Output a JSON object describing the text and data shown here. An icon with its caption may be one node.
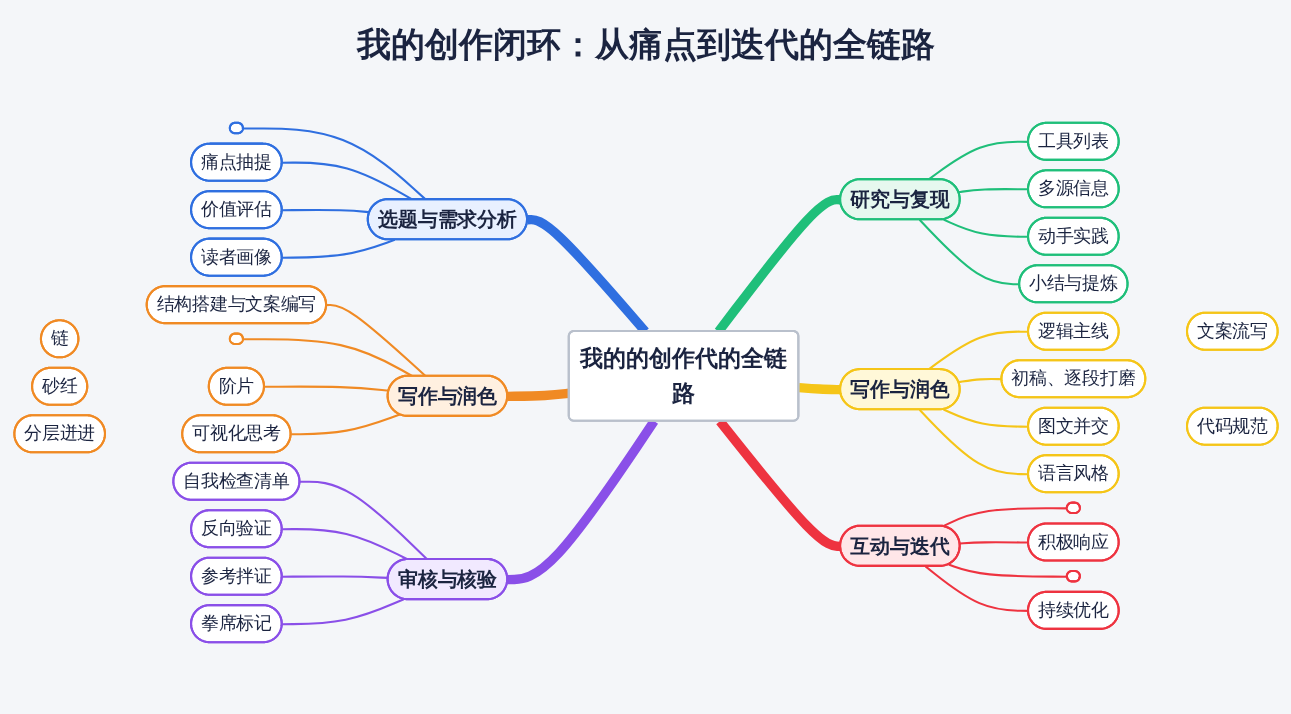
{
  "diagram": {
    "title": "我的创作闭环：从痛点到迭代的全链路",
    "nodes": [
      {
        "text": [
          "我的的创作代的全链路"
        ]
      },
      {
        "text": [
          "选题与需求分析"
        ]
      },
      {
        "text": [],
        "shape": "box"
      },
      {
        "text": [
          "痛点抽提"
        ]
      },
      {
        "text": [
          "价值评估"
        ]
      },
      {
        "text": [
          "读者画像"
        ]
      },
      {
        "text": [
          "研究与复现"
        ]
      },
      {
        "text": [
          "工具列表"
        ]
      },
      {
        "text": [
          "多源信息"
        ]
      },
      {
        "text": [
          "动手实践"
        ]
      },
      {
        "text": [
          "小结与提炼"
        ]
      },
      {
        "text": [
          "写作与润色"
        ]
      },
      {
        "text": [
          "结构搭建与文案编写"
        ]
      },
      {
        "text": [
          "链"
        ]
      },
      {
        "text": [],
        "shape": "box"
      },
      {
        "text": [
          "砂纴"
        ]
      },
      {
        "text": [
          "阶片"
        ]
      },
      {
        "text": [
          "分层迸进"
        ]
      },
      {
        "text": [
          "可视化思考"
        ]
      },
      {
        "text": [
          "写作与润色"
        ]
      },
      {
        "text": [
          "逻辑主线"
        ]
      },
      {
        "text": [
          "文案流写"
        ]
      },
      {
        "text": [
          "初稿、逐段打磨"
        ]
      },
      {
        "text": [
          "图文并交"
        ]
      },
      {
        "text": [
          "代码规范"
        ]
      },
      {
        "text": [
          "语言风格"
        ]
      },
      {
        "text": [
          "审核与核验"
        ]
      },
      {
        "text": [
          "自我检查清单"
        ]
      },
      {
        "text": [
          "反向验证"
        ]
      },
      {
        "text": [
          "参考拌证"
        ]
      },
      {
        "text": [
          "拳席标记"
        ]
      },
      {
        "text": [
          "互动与迭代"
        ]
      },
      {
        "text": [],
        "shape": "box"
      },
      {
        "text": [
          "积极响应"
        ]
      },
      {
        "text": [],
        "shape": "box"
      },
      {
        "text": [
          "持续优化"
        ]
      }
    ],
    "edges": [
      {
        "from": 2,
        "to": 1,
        "arrow": "none",
        "color": "#2f6fe0"
      },
      {
        "from": 3,
        "to": 1,
        "arrow": "none",
        "color": "#2f6fe0"
      },
      {
        "from": 4,
        "to": 1,
        "arrow": "none",
        "color": "#2f6fe0"
      },
      {
        "from": 5,
        "to": 1,
        "arrow": "none",
        "color": "#2f6fe0"
      },
      {
        "from": 1,
        "to": 0,
        "arrow": "none",
        "style": "thick",
        "color": "#2f6fe0"
      },
      {
        "from": 0,
        "to": 6,
        "arrow": "none",
        "style": "thick",
        "color": "#1fbf7a"
      },
      {
        "from": 6,
        "to": 7,
        "arrow": "none",
        "color": "#1fbf7a"
      },
      {
        "from": 6,
        "to": 8,
        "arrow": "none",
        "color": "#1fbf7a"
      },
      {
        "from": 6,
        "to": 9,
        "arrow": "none",
        "color": "#1fbf7a"
      },
      {
        "from": 6,
        "to": 10,
        "arrow": "none",
        "color": "#1fbf7a"
      },
      {
        "from": 12,
        "to": 11,
        "arrow": "none",
        "color": "#f08a24"
      },
      {
        "from": 14,
        "to": 11,
        "arrow": "none",
        "color": "#f08a24"
      },
      {
        "from": 16,
        "to": 11,
        "arrow": "none",
        "color": "#f08a24"
      },
      {
        "from": 18,
        "to": 11,
        "arrow": "none",
        "color": "#f08a24"
      },
      {
        "from": 11,
        "to": 0,
        "arrow": "none",
        "style": "thick",
        "color": "#f08a24"
      },
      {
        "from": 0,
        "to": 19,
        "arrow": "none",
        "style": "thick",
        "color": "#f5c518"
      },
      {
        "from": 19,
        "to": 20,
        "arrow": "none",
        "color": "#f5c518"
      },
      {
        "from": 19,
        "to": 22,
        "arrow": "none",
        "color": "#f5c518"
      },
      {
        "from": 19,
        "to": 23,
        "arrow": "none",
        "color": "#f5c518"
      },
      {
        "from": 19,
        "to": 25,
        "arrow": "none",
        "color": "#f5c518"
      },
      {
        "from": 27,
        "to": 26,
        "arrow": "none",
        "color": "#8a4fe8"
      },
      {
        "from": 28,
        "to": 26,
        "arrow": "none",
        "color": "#8a4fe8"
      },
      {
        "from": 29,
        "to": 26,
        "arrow": "none",
        "color": "#8a4fe8"
      },
      {
        "from": 30,
        "to": 26,
        "arrow": "none",
        "color": "#8a4fe8"
      },
      {
        "from": 26,
        "to": 0,
        "arrow": "none",
        "style": "thick",
        "color": "#8a4fe8"
      },
      {
        "from": 0,
        "to": 31,
        "arrow": "none",
        "style": "thick",
        "color": "#ee3340"
      },
      {
        "from": 31,
        "to": 32,
        "arrow": "none",
        "color": "#ee3340"
      },
      {
        "from": 31,
        "to": 33,
        "arrow": "none",
        "color": "#ee3340"
      },
      {
        "from": 31,
        "to": 34,
        "arrow": "none",
        "color": "#ee3340"
      },
      {
        "from": 31,
        "to": 35,
        "arrow": "none",
        "color": "#ee3340"
      }
    ]
  }
}
